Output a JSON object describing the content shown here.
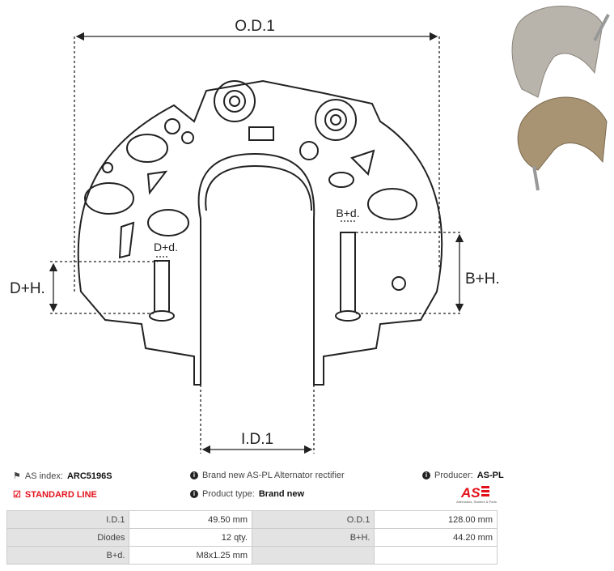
{
  "drawing": {
    "od_label": "O.D.1",
    "id_label": "I.D.1",
    "dh_label": "D+H.",
    "bh_label": "B+H.",
    "bd_label": "B+d.",
    "dd_label": "D+d."
  },
  "info": {
    "as_index_label": "AS index:",
    "as_index_value": "ARC5196S",
    "standard_line": "STANDARD LINE",
    "description": "Brand new AS-PL Alternator rectifier",
    "product_type_label": "Product type:",
    "product_type_value": "Brand new",
    "producer_label": "Producer:",
    "producer_value": "AS-PL",
    "logo_text": "AS",
    "logo_tagline": "Alternators, Starters & Parts"
  },
  "specs": [
    {
      "l1": "I.D.1",
      "v1": "49.50 mm",
      "l2": "O.D.1",
      "v2": "128.00 mm"
    },
    {
      "l1": "Diodes",
      "v1": "12 qty.",
      "l2": "B+H.",
      "v2": "44.20 mm"
    },
    {
      "l1": "B+d.",
      "v1": "M8x1.25 mm",
      "l2": "",
      "v2": ""
    }
  ],
  "colors": {
    "accent": "#e3101a"
  }
}
